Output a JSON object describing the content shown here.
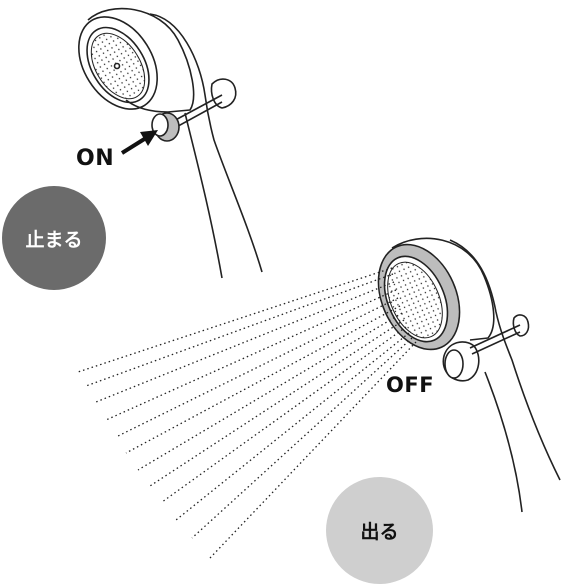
{
  "labels": {
    "on": "ON",
    "off": "OFF",
    "stop": "止まる",
    "run": "出る"
  },
  "colors": {
    "stop_badge": "#6b6b6b",
    "run_badge": "#cfcfcf",
    "ring_fill": "#bdbdbd",
    "outline": "#222222"
  }
}
